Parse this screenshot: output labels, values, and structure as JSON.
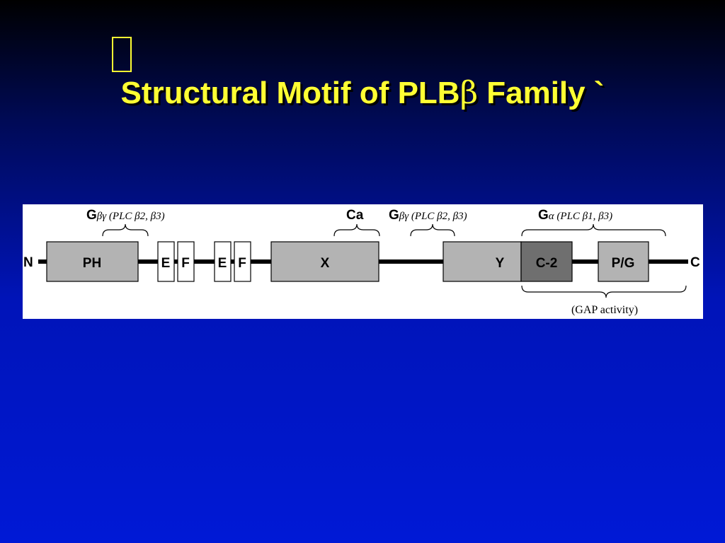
{
  "slide": {
    "title_main": "Structural Motif of PLB",
    "title_greek": "β",
    "title_tail": " Family `"
  },
  "diagram": {
    "terminal_n": "N",
    "terminal_c": "C",
    "domains": {
      "ph": "PH",
      "ef1_e": "E",
      "ef1_f": "F",
      "ef2_e": "E",
      "ef2_f": "F",
      "x": "X",
      "y": "Y",
      "c2": "C-2",
      "pg": "P/G"
    },
    "annotations": {
      "gbg1": {
        "g": "G",
        "sub": "βγ (PLC β2, β3)"
      },
      "ca": "Ca",
      "gbg2": {
        "g": "G",
        "sub": "βγ (PLC β2, β3)"
      },
      "galpha": {
        "g": "G",
        "sub": "α (PLC β1, β3)"
      },
      "gap": "(GAP activity)"
    },
    "colors": {
      "domain_fill": "#b3b3b3",
      "c2_fill": "#6f6f6f",
      "ef_fill": "#ffffff",
      "backbone": "#000000"
    }
  }
}
